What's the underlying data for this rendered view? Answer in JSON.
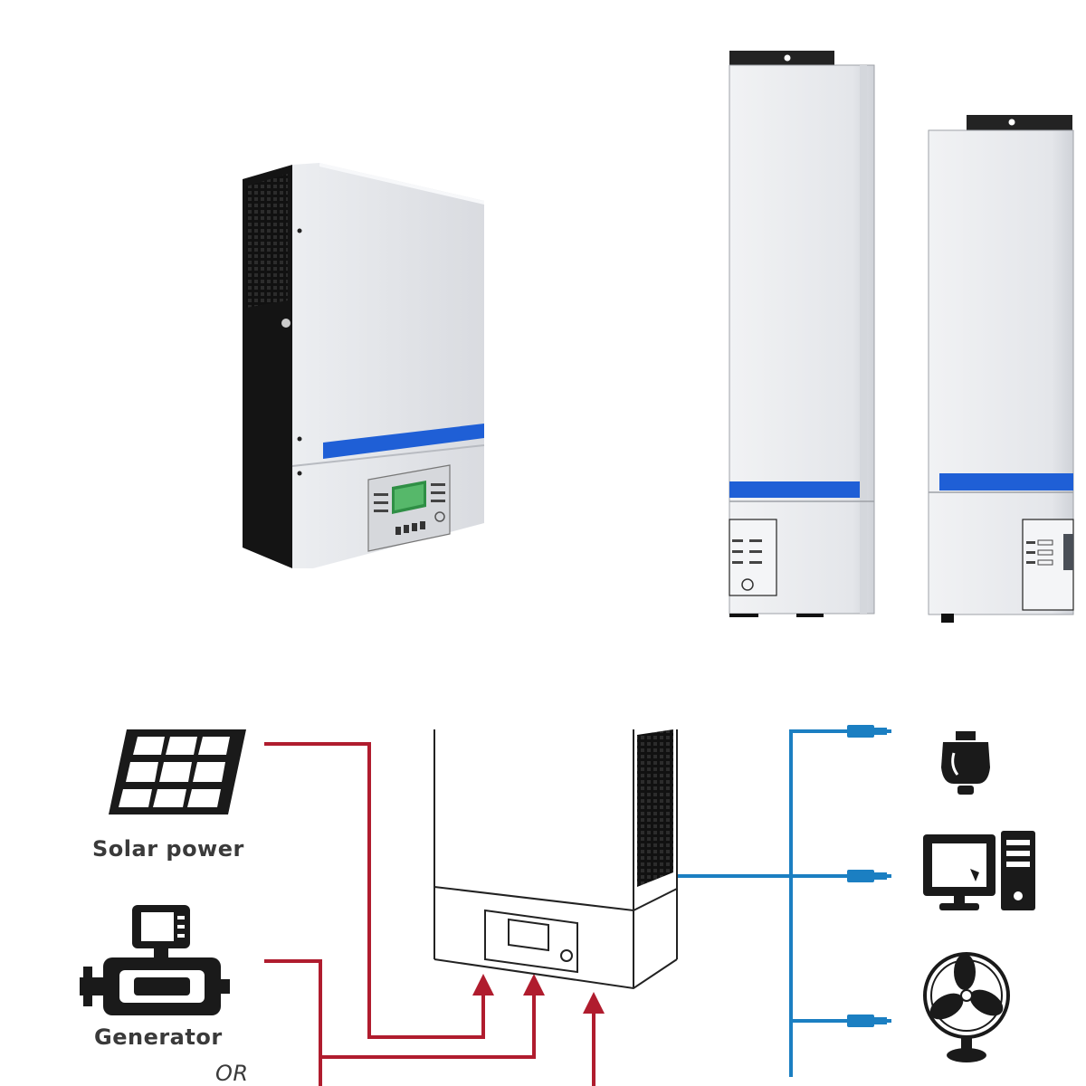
{
  "diagram": {
    "sources": [
      {
        "id": "solar",
        "label": "Solar power",
        "icon": "solar-panel-icon"
      },
      {
        "id": "generator",
        "label": "Generator",
        "icon": "generator-icon"
      }
    ],
    "trailing_text": "OR",
    "loads": [
      {
        "id": "lamp",
        "icon": "light-bulb-icon"
      },
      {
        "id": "computer",
        "icon": "desktop-computer-icon"
      },
      {
        "id": "fan",
        "icon": "table-fan-icon"
      }
    ]
  },
  "colors": {
    "input_wire": "#b01c2e",
    "output_wire": "#1b7fc2",
    "accent_stripe": "#1f5fd6",
    "inverter_body": "#e6e7ea",
    "heatsink": "#151515"
  }
}
